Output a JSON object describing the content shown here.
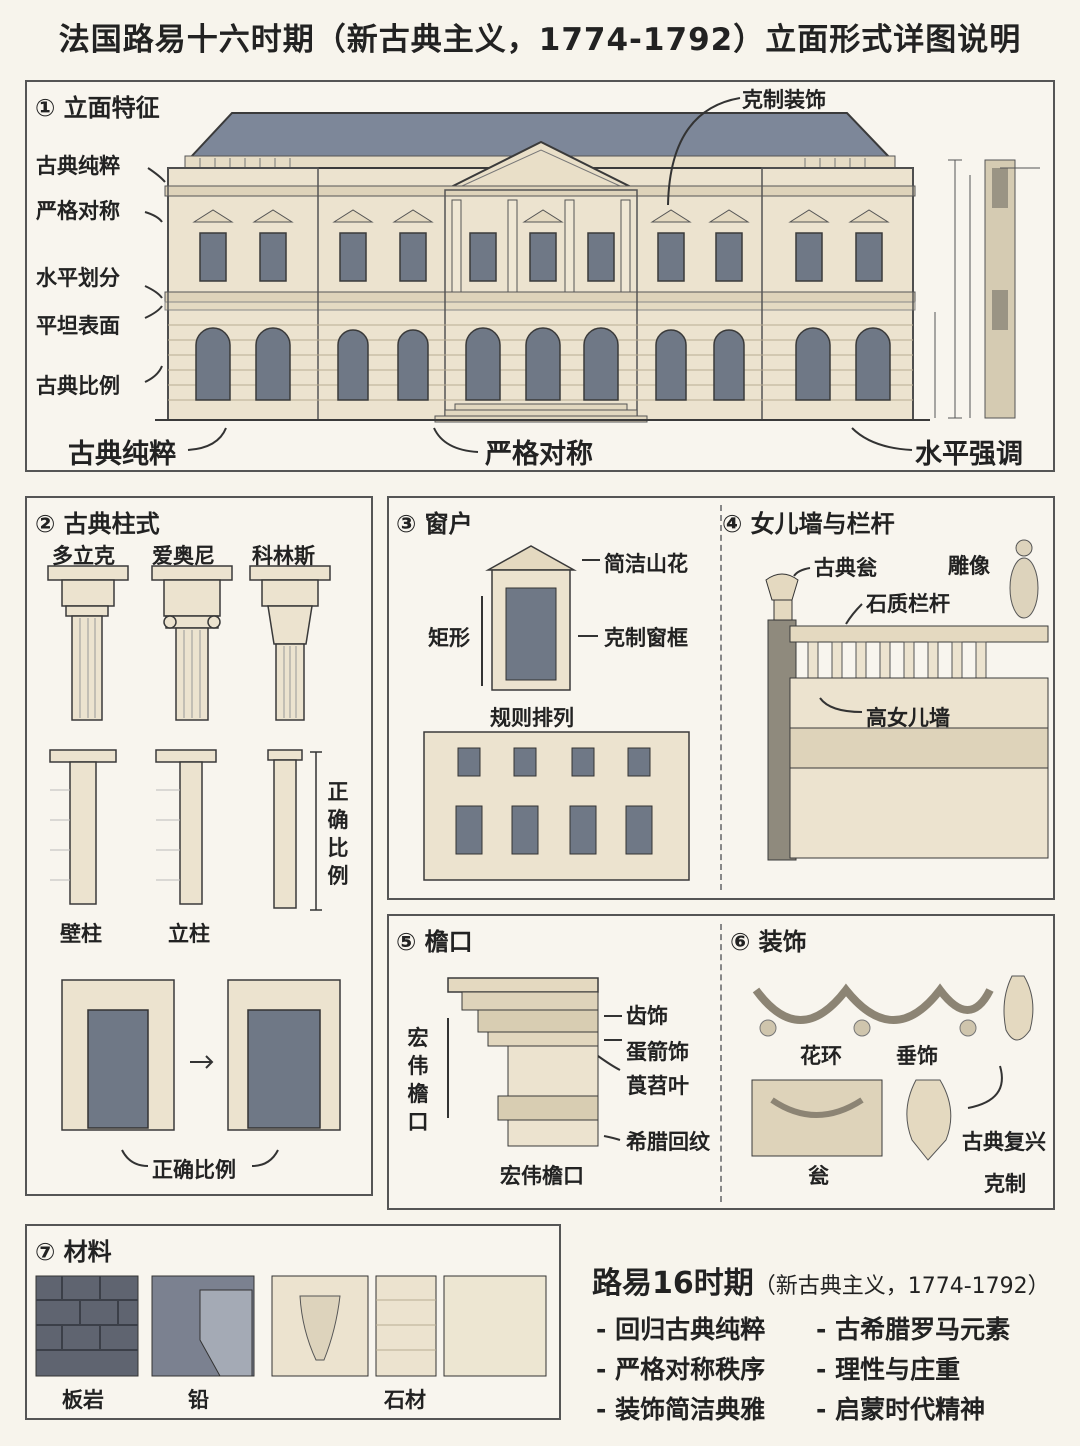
{
  "title": "法国路易十六时期（新古典主义，1774-1792）立面形式详图说明",
  "facade": {
    "heading": "① 立面特征",
    "left_labels": [
      "古典纯粹",
      "严格对称",
      "水平划分",
      "平坦表面",
      "古典比例"
    ],
    "restrained_decoration": "克制装饰",
    "bottom_labels": [
      "古典纯粹",
      "严格对称",
      "水平强调"
    ]
  },
  "orders": {
    "heading": "② 古典柱式",
    "column_names": [
      "多立克",
      "爱奥尼",
      "科林斯"
    ],
    "pilaster": "壁柱",
    "column": "立柱",
    "correct_proportion_vertical": "正确比例",
    "correct_proportion": "正确比例"
  },
  "windows": {
    "heading": "③ 窗户",
    "simple_pediment": "简洁山花",
    "rectangular": "矩形",
    "restrained_frame": "克制窗框",
    "regular_arrangement": "规则排列"
  },
  "parapet": {
    "heading": "④ 女儿墙与栏杆",
    "classical_urn": "古典瓮",
    "sculpture": "雕像",
    "stone_balustrade": "石质栏杆",
    "high_parapet": "高女儿墙"
  },
  "cornice": {
    "heading": "⑤ 檐口",
    "grand_cornice_vertical": "宏伟檐口",
    "dentils": "齿饰",
    "egg_and_dart": "蛋箭饰",
    "acanthus": "莨苕叶",
    "greek_key": "希腊回纹",
    "grand_cornice": "宏伟檐口"
  },
  "ornament": {
    "heading": "⑥ 装饰",
    "garland": "花环",
    "festoon": "垂饰",
    "urn": "瓮",
    "classical_revival": "古典复兴",
    "restraint": "克制"
  },
  "materials": {
    "heading": "⑦ 材料",
    "slate": "板岩",
    "lead": "铅",
    "stone": "石材"
  },
  "summary": {
    "title": "路易16时期",
    "subtitle": "（新古典主义，1774-1792）",
    "items": [
      "- 回归古典纯粹",
      "- 古希腊罗马元素",
      "- 严格对称秩序",
      "- 理性与庄重",
      "- 装饰简洁典雅",
      "- 启蒙时代精神"
    ]
  },
  "colors": {
    "stone": "#ece3cf",
    "roof": "#7d8799",
    "ink": "#3a3a3a",
    "glass": "#6f7886"
  }
}
